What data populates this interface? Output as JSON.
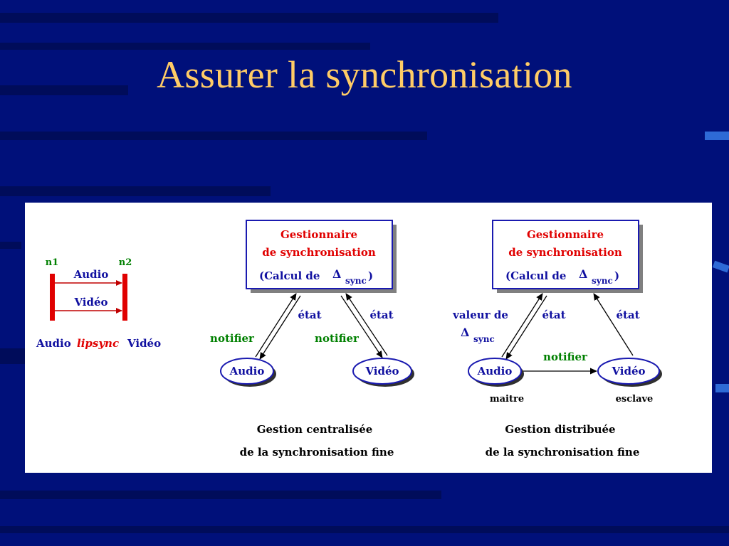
{
  "slide": {
    "title": "Assurer la synchronisation"
  },
  "colors": {
    "background": "#00107a",
    "title": "#ffcc66",
    "red": "#e00000",
    "blue": "#1010a0",
    "green": "#008000",
    "node_fill": "#ffffff",
    "node_border": "#1a1ab0"
  },
  "lipsync": {
    "n1": "n1",
    "n2": "n2",
    "audio": "Audio",
    "video": "Vidéo",
    "caption_audio": "Audio",
    "caption_lipsync": "lipsync",
    "caption_video": "Vidéo"
  },
  "centralized": {
    "manager_line1": "Gestionnaire",
    "manager_line2": "de synchronisation",
    "calc_prefix": "(Calcul de",
    "delta": "Δ",
    "sync": "sync",
    "calc_suffix": ")",
    "etat_left": "état",
    "etat_right": "état",
    "notifier_left": "notifier",
    "notifier_right": "notifier",
    "audio": "Audio",
    "video": "Vidéo",
    "caption_line1": "Gestion centralisée",
    "caption_line2": "de la synchronisation fine"
  },
  "distributed": {
    "manager_line1": "Gestionnaire",
    "manager_line2": "de synchronisation",
    "calc_prefix": "(Calcul de",
    "delta": "Δ",
    "sync": "sync",
    "calc_suffix": ")",
    "valeur_de": "valeur de",
    "delta2": "Δ",
    "sync2": "sync",
    "etat_left": "état",
    "etat_right": "état",
    "notifier": "notifier",
    "audio": "Audio",
    "video": "Vidéo",
    "master": "maitre",
    "slave": "esclave",
    "caption_line1": "Gestion distribuée",
    "caption_line2": "de la synchronisation fine"
  }
}
